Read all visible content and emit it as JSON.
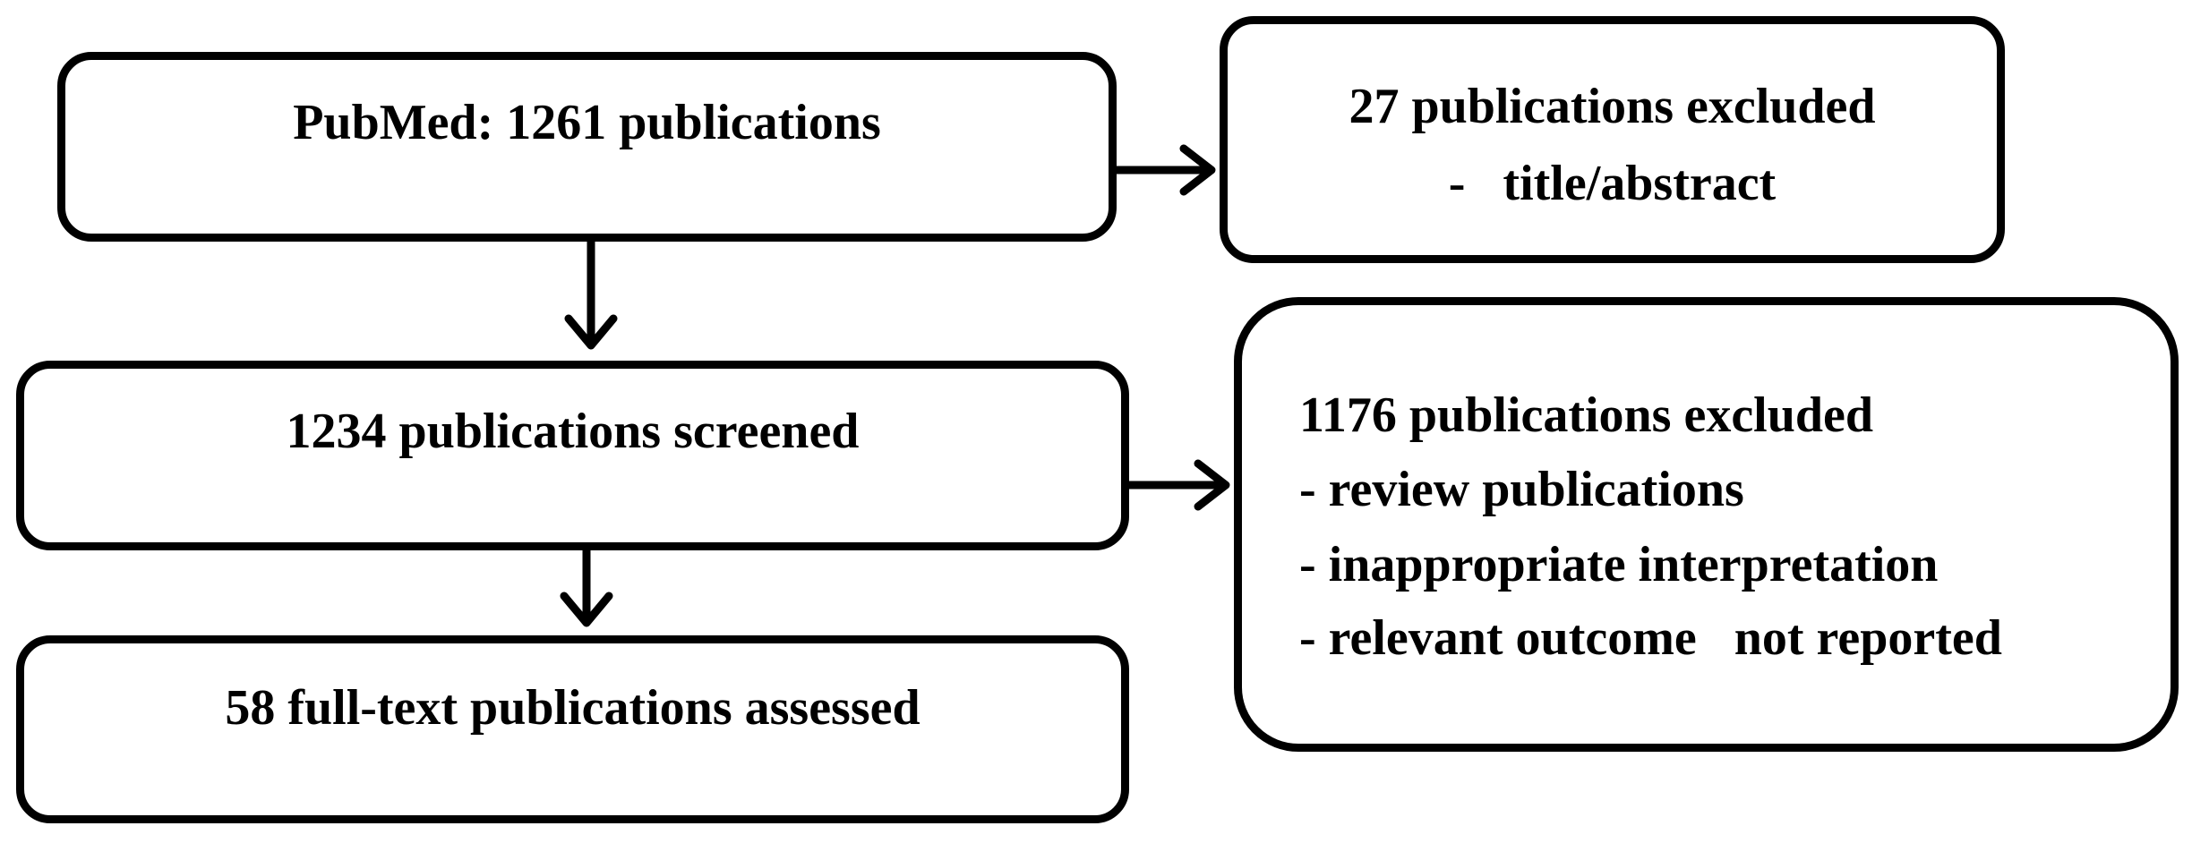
{
  "boxes": {
    "pubmed": {
      "text": "PubMed: 1261 publications"
    },
    "excluded_title": {
      "heading": "27 publications excluded",
      "items": [
        "-   title/abstract"
      ]
    },
    "screened": {
      "text": "1234 publications screened"
    },
    "excluded_screen": {
      "heading": "1176 publications excluded",
      "items": [
        "- review publications",
        "- inappropriate interpretation",
        "- relevant outcome   not reported"
      ]
    },
    "assessed": {
      "text": "58 full-text publications assessed"
    }
  }
}
